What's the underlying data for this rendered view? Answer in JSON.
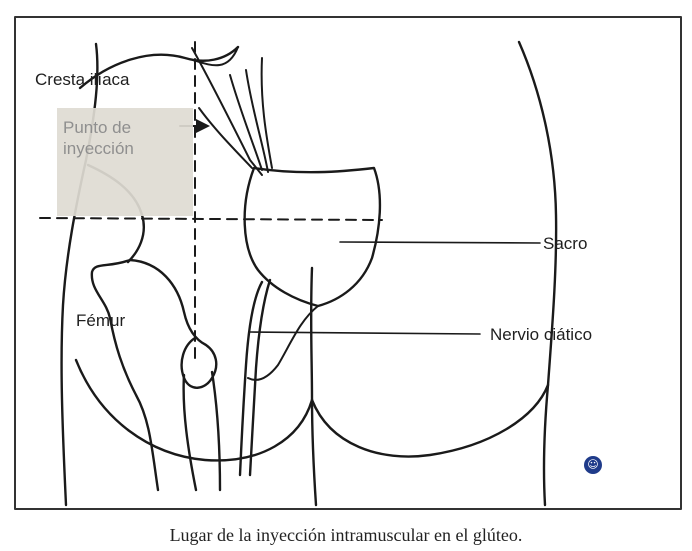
{
  "labels": {
    "cresta": "Cresta ilíaca",
    "punto_line1": "Punto de",
    "punto_line2": "inyección",
    "femur": "Fémur",
    "sacro": "Sacro",
    "nervio": "Nervio ciático"
  },
  "caption": "Lugar de la inyección intramuscular en el glúteo.",
  "icons": {
    "corner_badge": "watermark-badge-icon"
  },
  "colors": {
    "line": "#1a1a1a",
    "shade": "#dedbd3",
    "frame": "#333333"
  }
}
